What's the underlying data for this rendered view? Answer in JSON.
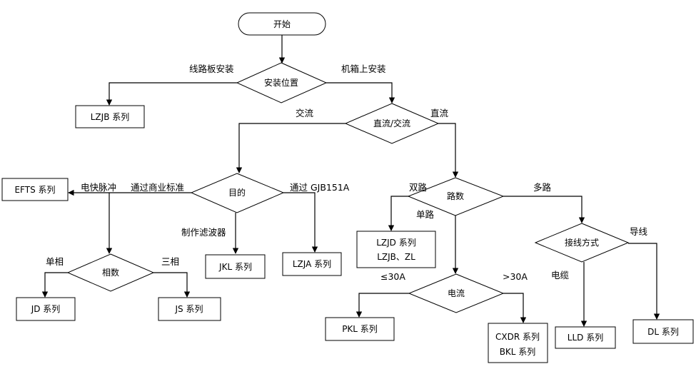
{
  "flowchart": {
    "nodes": {
      "start": "开始",
      "install_position": "安装位置",
      "lzjb": "LZJB 系列",
      "dc_ac": "直流/交流",
      "purpose": "目的",
      "efts": "EFTS 系列",
      "phase_count": "相数",
      "jd": "JD 系列",
      "js": "JS 系列",
      "jkl": "JKL 系列",
      "lzja": "LZJA 系列",
      "path_count": "路数",
      "lzjd_line1": "LZJD 系列",
      "lzjd_line2": "LZJB、ZL",
      "current": "电流",
      "pkl": "PKL 系列",
      "cxdr_line1": "CXDR 系列",
      "cxdr_line2": "BKL 系列",
      "wiring_method": "接线方式",
      "lld": "LLD 系列",
      "dl": "DL 系列"
    },
    "edge_labels": {
      "circuit_board_mount": "线路板安装",
      "chassis_mount": "机箱上安装",
      "ac": "交流",
      "dc": "直流",
      "fast_transient": "电快脉冲",
      "commercial_standard": "通过商业标准",
      "gjb_standard": "通过 GJB151A",
      "make_filter": "制作滤波器",
      "single_phase": "单相",
      "three_phase": "三相",
      "dual_path": "双路",
      "single_path": "单路",
      "multi_path": "多路",
      "le_30a": "≤30A",
      "gt_30a": ">30A",
      "cable": "电缆",
      "wire": "导线"
    }
  },
  "colors": {
    "line": "#000000",
    "fill": "#ffffff",
    "text": "#000000"
  }
}
